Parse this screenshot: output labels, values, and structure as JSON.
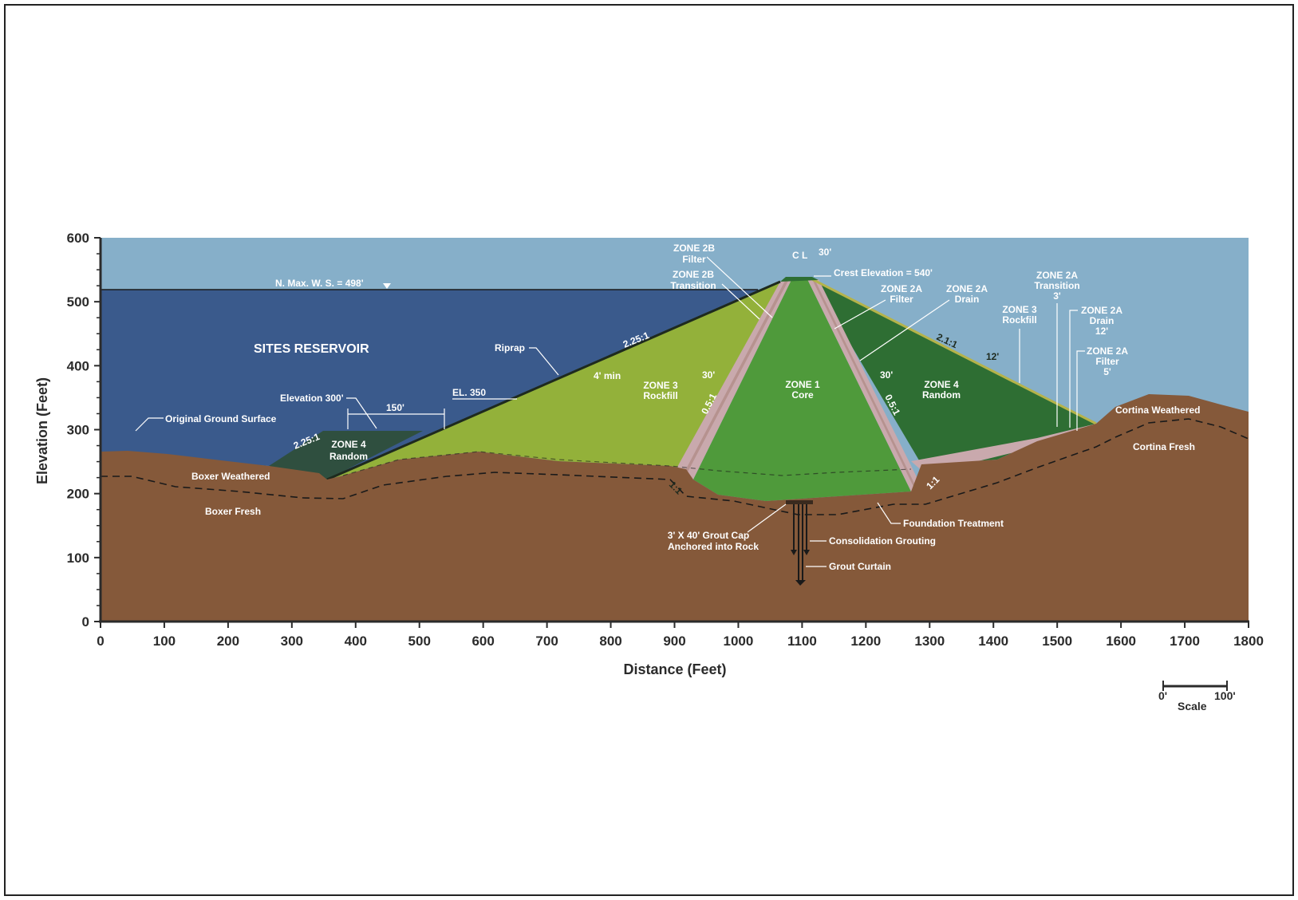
{
  "axes": {
    "xlabel": "Distance (Feet)",
    "ylabel": "Elevation (Feet)",
    "x_ticks": [
      "0",
      "100",
      "200",
      "300",
      "400",
      "500",
      "600",
      "700",
      "800",
      "900",
      "1000",
      "1100",
      "1200",
      "1300",
      "1400",
      "1500",
      "1600",
      "1700",
      "1800"
    ],
    "y_ticks": [
      "0",
      "100",
      "200",
      "300",
      "400",
      "500",
      "600"
    ],
    "xlim": [
      0,
      1800
    ],
    "ylim": [
      0,
      600
    ]
  },
  "colors": {
    "sky": "#86afc9",
    "reservoir": "#3a5a8c",
    "ground": "#85593a",
    "zone1_core": "#4f9a3b",
    "zone3_rockfill": "#93b13a",
    "zone4_random": "#2e6e33",
    "zone4_left": "#2f4f3f",
    "filter_bands": "#c9a9ad",
    "text_light": "#ffffff",
    "axis": "#2b2b2b"
  },
  "labels": {
    "reservoir": "SITES RESERVOIR",
    "nmax_ws": "N. Max. W. S. = 498'",
    "original_ground": "Original Ground Surface",
    "elevation_300": "Elevation 300'",
    "dim_150": "150'",
    "slope_225_left": "2.25:1",
    "zone4_left_title": "ZONE 4",
    "zone4_left_sub": "Random",
    "boxer_weathered": "Boxer Weathered",
    "boxer_fresh": "Boxer Fresh",
    "el_350": "EL. 350",
    "riprap": "Riprap",
    "four_min": "4' min",
    "slope_225": "2.25:1",
    "zone3_title": "ZONE 3",
    "zone3_sub": "Rockfill",
    "dim_30_left": "30'",
    "slope_05_left": "0.5:1",
    "zone1_title": "ZONE 1",
    "zone1_sub": "Core",
    "dim_30_right": "30'",
    "slope_05_right": "0.5:1",
    "slope_11_left": "1:1",
    "slope_11_right": "1:1",
    "zone2b_filter_l1": "ZONE 2B",
    "zone2b_filter_l2": "Filter",
    "zone2b_trans_l1": "ZONE 2B",
    "zone2b_trans_l2": "Transition",
    "cl": "C L",
    "dim_30_top": "30'",
    "crest": "Crest Elevation = 540'",
    "zone2a_filter_l1": "ZONE 2A",
    "zone2a_filter_l2": "Filter",
    "zone2a_drain_l1": "ZONE 2A",
    "zone2a_drain_l2": "Drain",
    "slope_21": "2.1:1",
    "dim_12": "12'",
    "zone3r_l1": "ZONE 3",
    "zone3r_l2": "Rockfill",
    "zone4_right_title": "ZONE 4",
    "zone4_right_sub": "Random",
    "zone2a_trans_l1": "ZONE 2A",
    "zone2a_trans_l2": "Transition",
    "zone2a_trans_l3": "3'",
    "zone2a_drain2_l1": "ZONE 2A",
    "zone2a_drain2_l2": "Drain",
    "zone2a_drain2_l3": "12'",
    "zone2a_filter2_l1": "ZONE 2A",
    "zone2a_filter2_l2": "Filter",
    "zone2a_filter2_l3": "5'",
    "cortina_weathered": "Cortina Weathered",
    "cortina_fresh": "Cortina Fresh",
    "grout_cap_l1": "3' X 40' Grout Cap",
    "grout_cap_l2": "Anchored into Rock",
    "consolidation": "Consolidation Grouting",
    "grout_curtain": "Grout Curtain",
    "foundation": "Foundation Treatment"
  },
  "scale": {
    "start": "0'",
    "end": "100'",
    "title": "Scale"
  }
}
